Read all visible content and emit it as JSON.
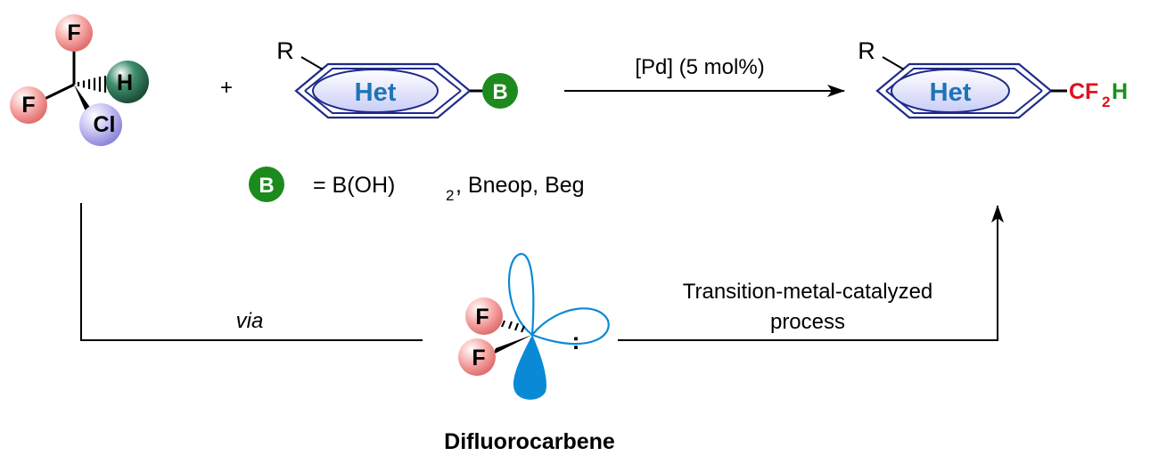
{
  "reactant": {
    "atom_f_top": "F",
    "atom_f_left": "F",
    "atom_h": "H",
    "atom_cl": "Cl"
  },
  "plus": "+",
  "substrate": {
    "r_group": "R",
    "het_label": "Het",
    "boron_label": "B"
  },
  "arrow_label": "[Pd] (5 mol%)",
  "product": {
    "r_group": "R",
    "het_label": "Het",
    "cf2h_c": "CF",
    "cf2h_sub": "2",
    "cf2h_h": "H"
  },
  "legend": {
    "boron_label": "B",
    "definition_prefix": "= B(OH)",
    "definition_sub": "2",
    "definition_suffix": ", Bneop, Beg"
  },
  "via_label": "via",
  "carbene": {
    "atom_f_top": "F",
    "atom_f_bottom": "F",
    "lone_pair": ":",
    "name": "Difluorocarbene"
  },
  "process_label": {
    "line1": "Transition-metal-catalyzed",
    "line2": "process"
  },
  "colors": {
    "fluorine_ball": "#f4a0a0",
    "chlorine_ball": "#b9b5ee",
    "hydrogen_ball": "#2f7a5a",
    "boron_circle": "#1c8a1c",
    "het_blue": "#1f73b7",
    "het_ellipse_fill": "#dde1fb",
    "ring_stroke": "#1e2a8c",
    "orbital_blue": "#0a8ad6",
    "cf2h_red": "#e0101c",
    "cf2h_green": "#16921a"
  }
}
